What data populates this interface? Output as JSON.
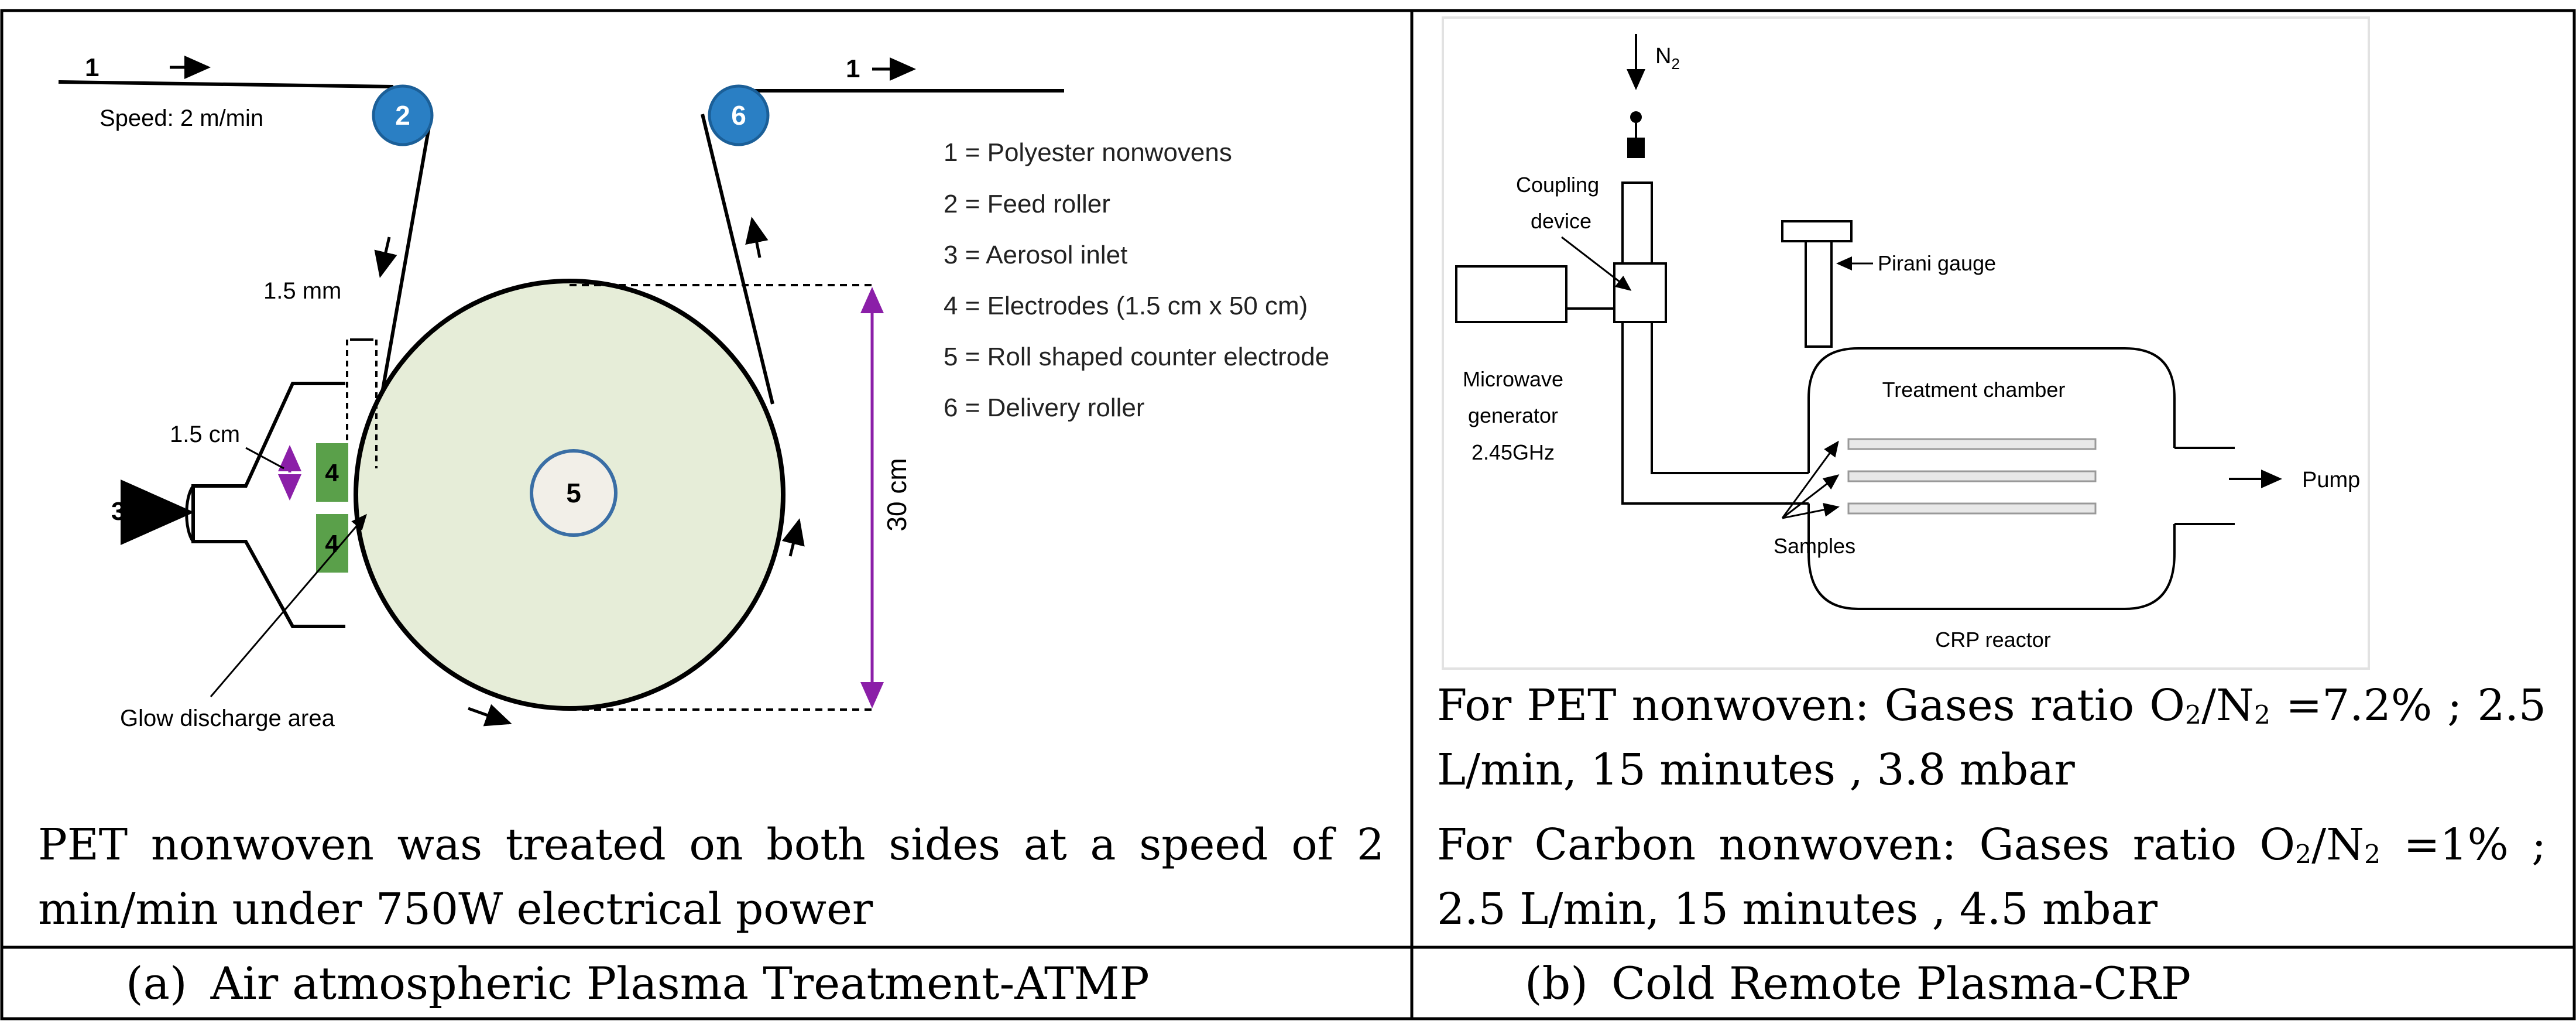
{
  "panel_a": {
    "input_label": "1",
    "speed": "Speed: 2 m/min",
    "feed_roller_num": "2",
    "delivery_roller_num": "6",
    "output_label": "1",
    "gap": "1.5 mm",
    "electrode_height": "1.5 cm",
    "electrode_label_top": "4",
    "electrode_label_bottom": "4",
    "aerosol_num": "3",
    "counter_electrode_num": "5",
    "diameter": "30 cm",
    "glow": "Glow discharge area",
    "legend": [
      "1 = Polyester nonwovens",
      "2 = Feed roller",
      "3 = Aerosol inlet",
      "4 = Electrodes (1.5 cm x 50 cm)",
      "5 = Roll shaped counter electrode",
      "6 = Delivery roller"
    ],
    "description": "PET nonwoven was treated on both sides at a speed of 2 min/min under 750W electrical power",
    "caption_letter": "(a)",
    "caption": "Air atmospheric Plasma Treatment-ATMP"
  },
  "panel_b": {
    "n2": "N",
    "n2_sub": "2",
    "coupling_line1": "Coupling",
    "coupling_line2": "device",
    "pirani": "Pirani gauge",
    "microwave_line1": "Microwave",
    "microwave_line2": "generator",
    "microwave_line3": "2.45GHz",
    "chamber": "Treatment chamber",
    "samples": "Samples",
    "pump": "Pump",
    "reactor": "CRP reactor",
    "pet": {
      "t1": "For PET nonwoven: Gases ratio O",
      "s1": "2",
      "t2": "/N",
      "s2": "2",
      "t3": " =7.2% ; 2.5 L/min, 15 minutes , 3.8 mbar"
    },
    "carbon": {
      "t1": "For Carbon nonwoven: Gases ratio O",
      "s1": "2",
      "t2": "/N",
      "s2": "2",
      "t3": " =1% ; 2.5 L/min, 15 minutes , 4.5 mbar"
    },
    "caption_letter": "(b)",
    "caption": "Cold Remote Plasma-CRP"
  }
}
